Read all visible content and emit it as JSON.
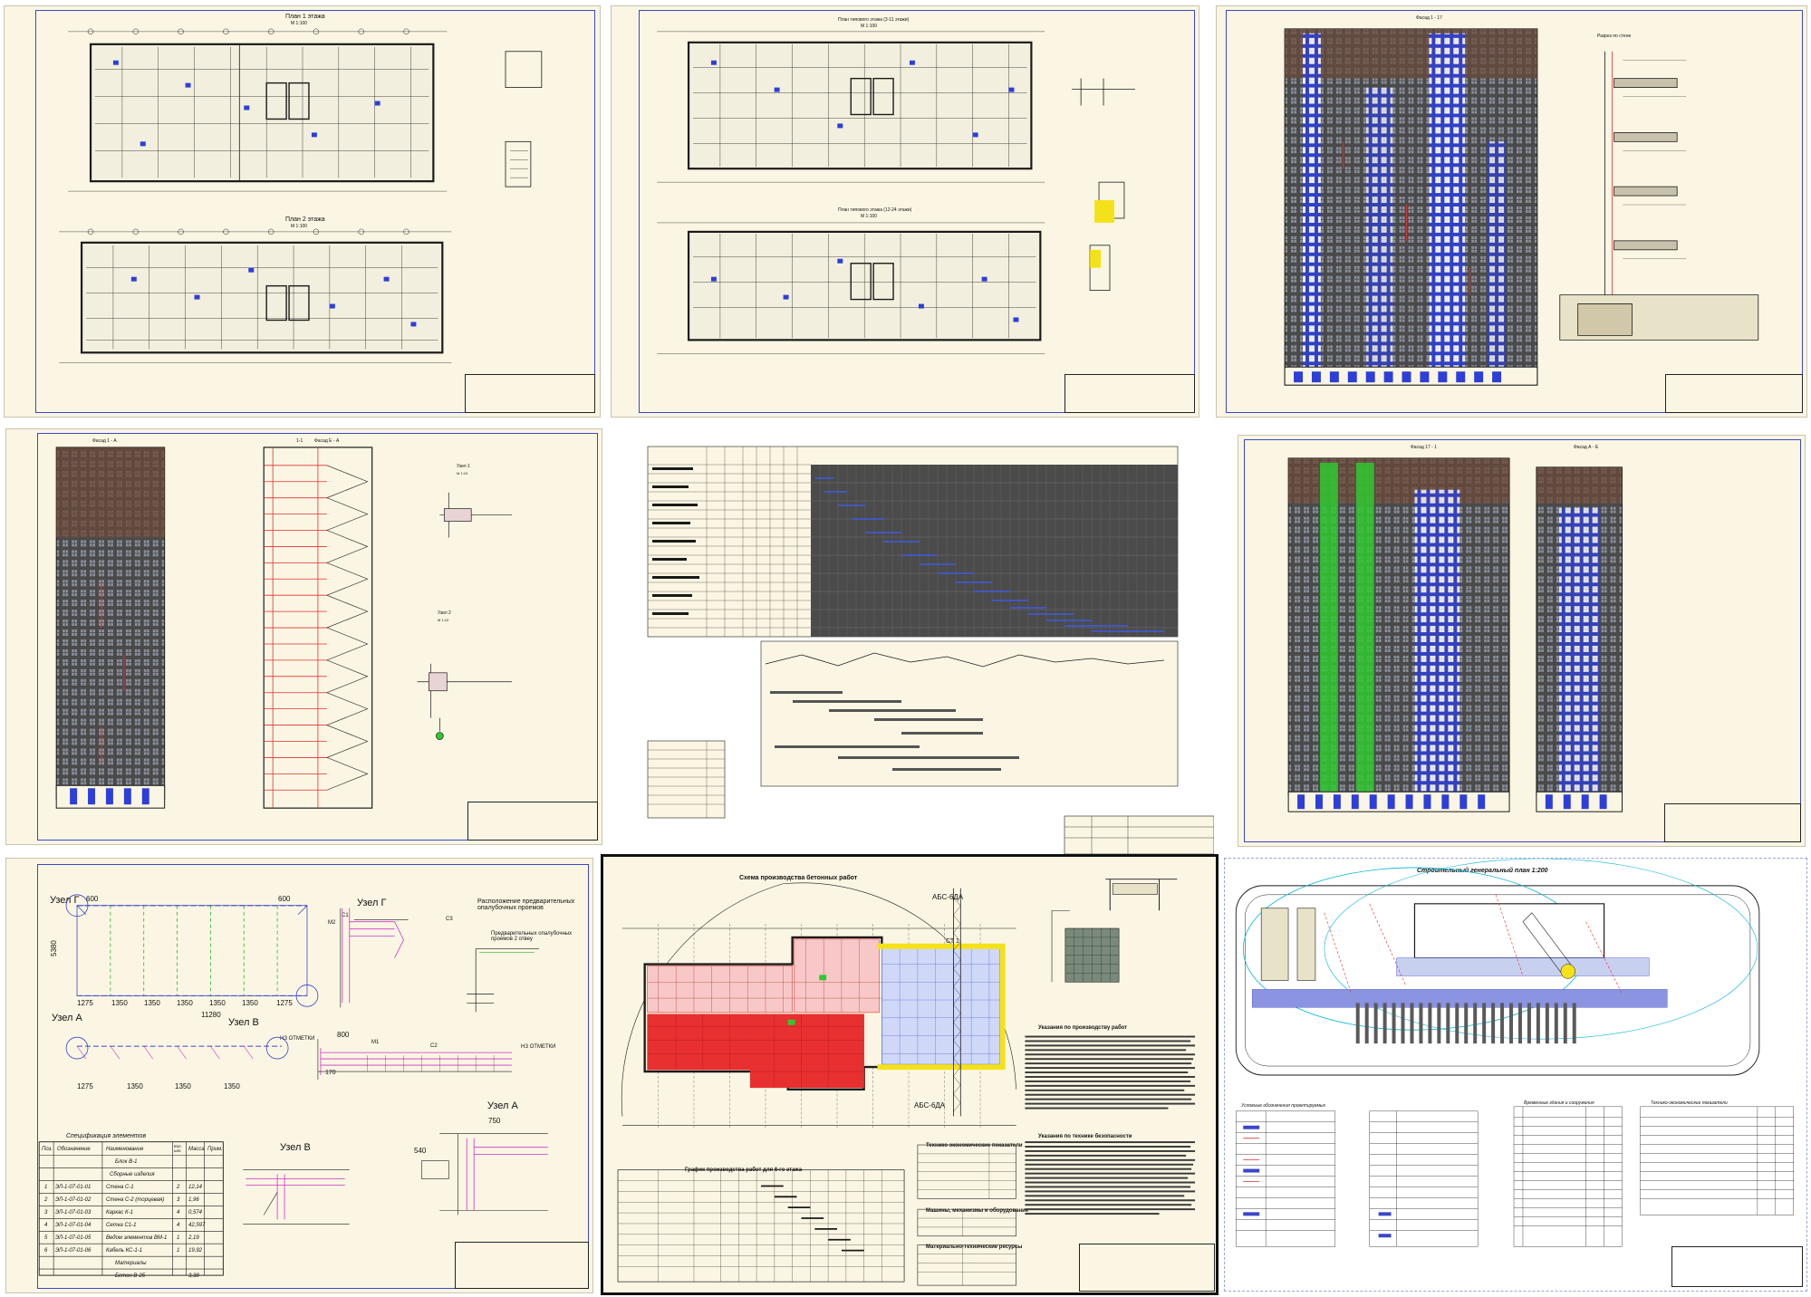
{
  "sheets": {
    "s7": {
      "node_g_left": "Узел Г",
      "node_g_right": "Узел Г",
      "node_a_left": "Узел А",
      "node_v_mid": "Узел В",
      "node_v_bottom": "Узел В",
      "node_a_bottom": "Узел А",
      "dim_top_left": "600",
      "dim_top_right": "600",
      "dim_height": "5380",
      "dims_row": [
        "1275",
        "1350",
        "1350",
        "1350",
        "1350",
        "1350",
        "1275"
      ],
      "dim_total": "11280",
      "dims_row2": [
        "1275",
        "1350",
        "1350",
        "1350"
      ],
      "dim_800": "800",
      "dim_170": "170",
      "tag_m1": "М1",
      "tag_m2": "М2",
      "tag_s1": "С1",
      "tag_s2": "С2",
      "tag_s3": "С3",
      "tag_otm": "НЗ ОТМЕТКИ",
      "note_title": "Расположение предварительных опалубочных проемов",
      "note_sub": "Предварительных опалубочных проемов 2 отвеу",
      "dim_750": "750",
      "dim_540": "540",
      "spec_title": "Спецификация элементов",
      "spec_headers": [
        "Поз.",
        "Обозначение",
        "Наименование",
        "Кол. шт.",
        "Масса",
        "Прим."
      ],
      "spec_rows": [
        [
          "",
          "",
          "Блок В-1",
          "",
          "",
          ""
        ],
        [
          "",
          "",
          "Сборные изделия",
          "",
          "",
          ""
        ],
        [
          "1",
          "ЭЛ-1-07-01-01",
          "Стена С-1",
          "2",
          "12,14",
          ""
        ],
        [
          "2",
          "ЭЛ-1-07-01-02",
          "Стена С-2 (торцевая)",
          "3",
          "1,96",
          ""
        ],
        [
          "3",
          "ЭЛ-1-07-01-03",
          "Каркас К-1",
          "4",
          "0,574",
          ""
        ],
        [
          "4",
          "ЭЛ-1-07-01-04",
          "Сетка С1-1",
          "4",
          "42,597",
          ""
        ],
        [
          "5",
          "ЭЛ-1-07-01-05",
          "Ведом элементов ВМ-1",
          "1",
          "2,19",
          ""
        ],
        [
          "6",
          "ЭЛ-1-07-01-06",
          "Кабель КС-1-1",
          "1",
          "19,92",
          ""
        ],
        [
          "",
          "",
          "Материалы",
          "",
          "",
          ""
        ],
        [
          "",
          "",
          "Бетон В-25",
          "",
          "3,38",
          ""
        ]
      ]
    },
    "s8": {
      "title_site": "Схема производства бетонных работ",
      "crane_tag": "АБС-6ДА",
      "crane_tag2": "АБС-6ДА",
      "st_tag": "СТ 1",
      "grid_title": "График производства работ для 6-го этажа",
      "tech_title": "Технико-экономические показатели",
      "equip_title": "Машины, механизмы и оборудование",
      "mat_title": "Материально-технические ресурсы",
      "notes_title": "Указания по производству работ",
      "notes_title2": "Указания по технике безопасности"
    },
    "s9": {
      "title": "Строительный генеральный план 1:200",
      "legend1_title": "Условные обозначения проектируемых",
      "legend2_title": "",
      "legend3_title": "Временные здания и сооружения",
      "legend4_title": "Технико-экономические показатели"
    },
    "s3": {
      "title": "Фасад 1 - 17",
      "section_title": "Разрез по стене"
    },
    "s4": {
      "title_left": "Фасад 1 - А",
      "title_mid": "1-1",
      "title_right": "Фасад Е - А",
      "node1": "Узел 1",
      "node1_scale": "М 1:10",
      "node2": "Узел 2",
      "node2_scale": "М 1:10"
    },
    "s6": {
      "title_left": "Фасад 17 - 1",
      "title_right": "Фасад А - Е"
    },
    "s1": {
      "plan1_title": "План 1 этажа",
      "plan1_scale": "М 1:100",
      "plan2_title": "План 2 этажа",
      "plan2_scale": "М 1:100"
    },
    "s2": {
      "plan1_title": "План типового этажа (3-11 этажи)",
      "plan1_scale": "М 1:100",
      "plan2_title": "План типового этажа (12-24 этажи)",
      "plan2_scale": "М 1:100"
    }
  },
  "colors": {
    "paper": "#fbf6e3",
    "frame": "#3b47c8",
    "line": "#1a1a1a",
    "brick": "#6b4a3a",
    "window": "#2d3fd8",
    "accent_red": "#e03030",
    "accent_green": "#30c830",
    "accent_yellow": "#f3e21a",
    "accent_magenta": "#cc33cc"
  }
}
